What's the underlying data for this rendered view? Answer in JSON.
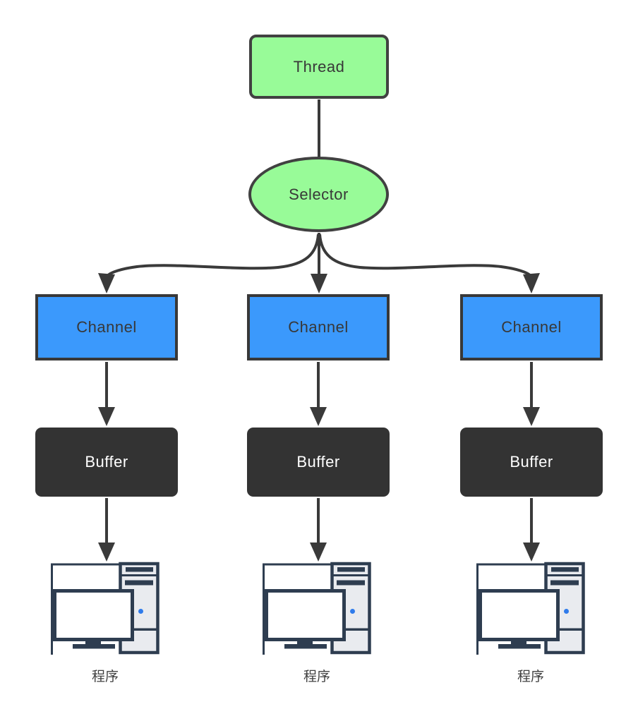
{
  "diagram": {
    "colors": {
      "node_green": "#98FB98",
      "node_blue": "#3B99FC",
      "node_dark": "#333333",
      "node_outline": "#414141",
      "connector": "#3A3A3A",
      "icon_navy": "#2E3D50",
      "icon_body_gray": "#E9EBEF",
      "icon_led_blue": "#2F7BEB",
      "text_dark": "#383838",
      "text_light": "#FFFFFF"
    },
    "thread": {
      "label": "Thread"
    },
    "selector": {
      "label": "Selector"
    },
    "channels": [
      {
        "label": "Channel"
      },
      {
        "label": "Channel"
      },
      {
        "label": "Channel"
      }
    ],
    "buffers": [
      {
        "label": "Buffer"
      },
      {
        "label": "Buffer"
      },
      {
        "label": "Buffer"
      }
    ],
    "programs": [
      {
        "label": "程序"
      },
      {
        "label": "程序"
      },
      {
        "label": "程序"
      }
    ]
  }
}
